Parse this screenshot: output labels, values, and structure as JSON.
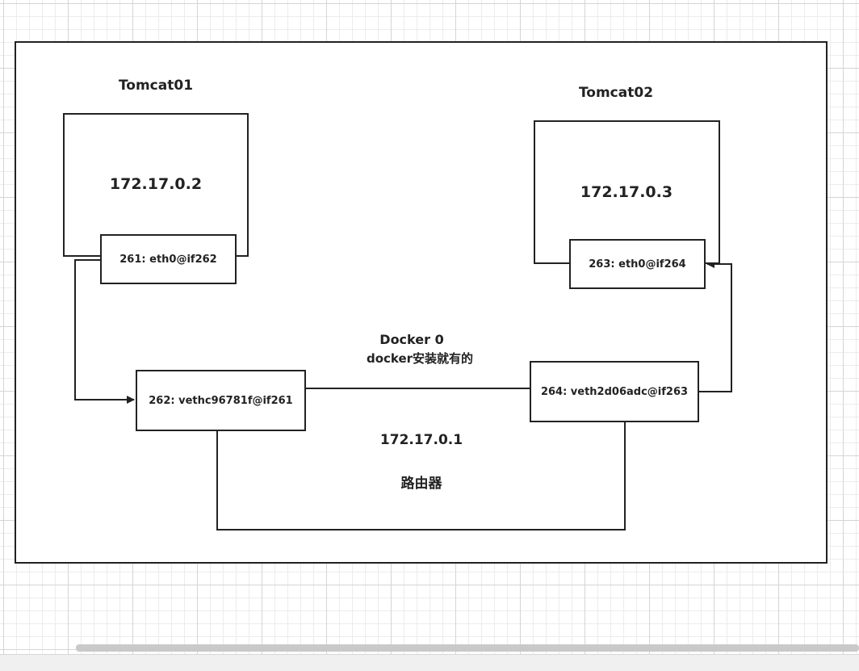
{
  "diagram": {
    "tomcat01": {
      "title": "Tomcat01",
      "ip": "172.17.0.2",
      "interface": "261: eth0@if262"
    },
    "tomcat02": {
      "title": "Tomcat02",
      "ip": "172.17.0.3",
      "interface": "263: eth0@if264"
    },
    "bridge": {
      "name": "Docker 0",
      "note": "docker安装就有的",
      "veth_left": "262: vethc96781f@if261",
      "veth_right": "264: veth2d06adc@if263",
      "ip": "172.17.0.1",
      "role": "路由器"
    }
  }
}
